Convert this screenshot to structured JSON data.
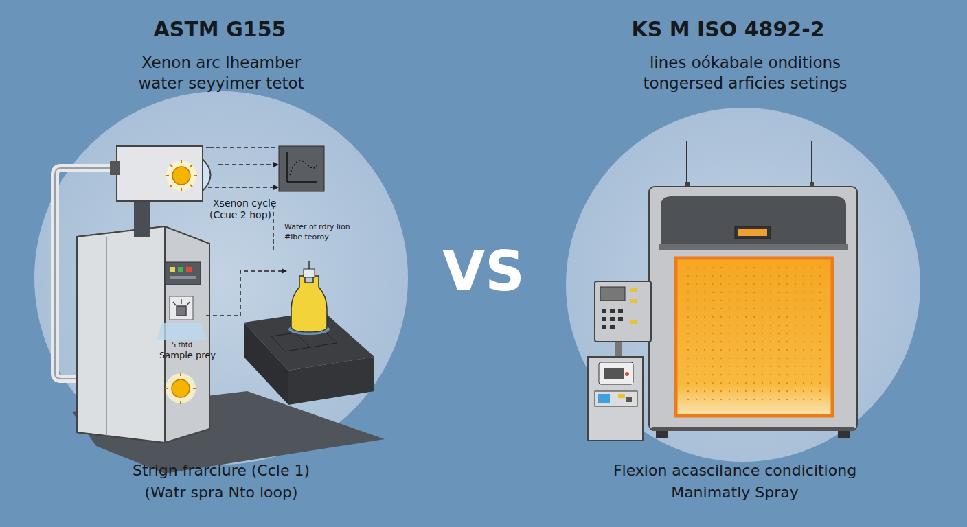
{
  "diagram": {
    "labels": [
      "ASTM G155",
      "Xenon arc lheamber",
      "water seyyimer tetot",
      "Xsenon cycle",
      "(Ccue 2 hop)",
      "Water of rdry lion",
      "#ibe teoroy",
      "5 thtd",
      "Sample prey",
      "Strign frarciure (Ccle 1)",
      "(Watr spra Nto loop)",
      "VS",
      "KS M ISO 4892-2",
      "lines oókabale onditions",
      "tongersed arficies setings",
      "Flexion acascilance condicitiong",
      "Manimatly Spray"
    ]
  }
}
